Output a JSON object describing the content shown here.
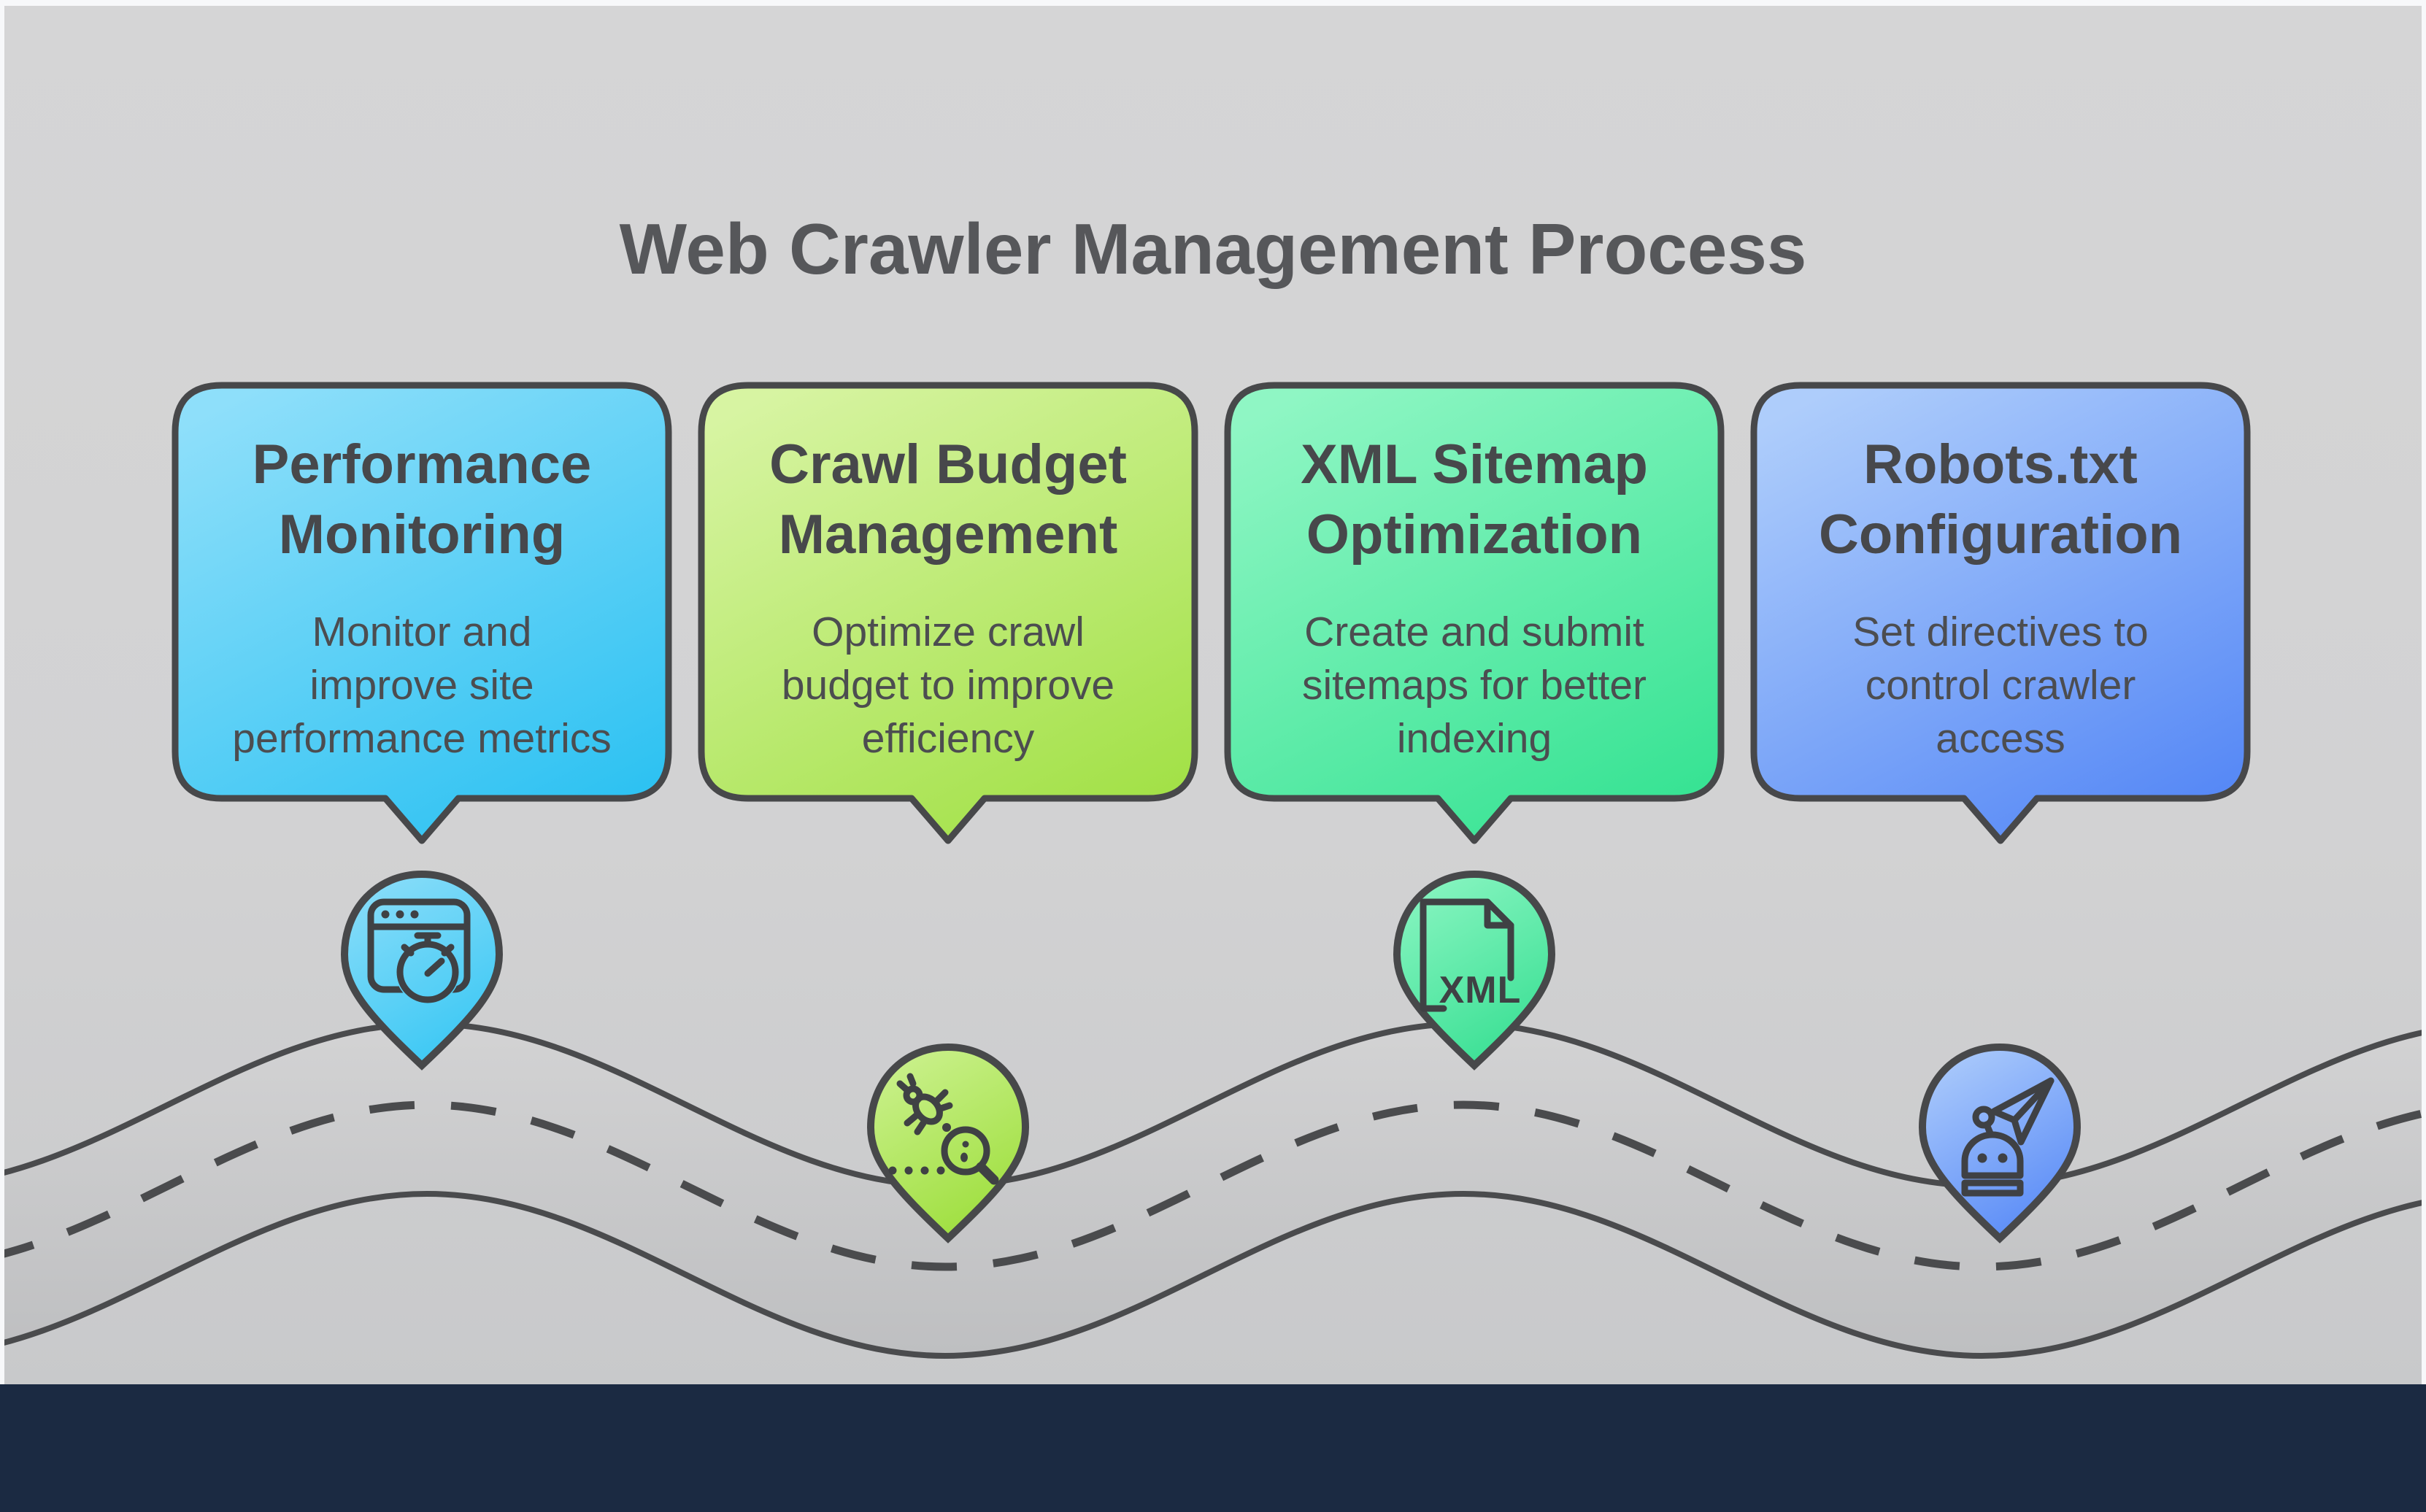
{
  "header": {
    "title": "Web Crawler Management Process"
  },
  "cards": [
    {
      "title_lines": [
        "Performance",
        "Monitoring"
      ],
      "body_lines": [
        "Monitor and",
        "improve site",
        "performance metrics"
      ],
      "icon": "browser-stopwatch-icon",
      "color_top": "#8edffa",
      "color_bottom": "#2ec2f2"
    },
    {
      "title_lines": [
        "Crawl Budget",
        "Management"
      ],
      "body_lines": [
        "Optimize crawl",
        "budget to improve",
        "efficiency"
      ],
      "icon": "bug-magnifier-icon",
      "color_top": "#d7f4a2",
      "color_bottom": "#a3e148"
    },
    {
      "title_lines": [
        "XML Sitemap",
        "Optimization"
      ],
      "body_lines": [
        "Create and submit",
        "sitemaps for better",
        "indexing"
      ],
      "icon": "xml-file-icon",
      "color_top": "#8ff6c4",
      "color_bottom": "#38e394"
    },
    {
      "title_lines": [
        "Robots.txt",
        "Configuration"
      ],
      "body_lines": [
        "Set directives to",
        "control crawler",
        "access"
      ],
      "icon": "robot-send-icon",
      "color_top": "#aecdfb",
      "color_bottom": "#5789f6"
    }
  ],
  "pins": [
    {
      "icon": "browser-stopwatch-icon",
      "label": ""
    },
    {
      "icon": "bug-magnifier-icon",
      "label": ""
    },
    {
      "icon": "xml-file-icon",
      "label": "XML"
    },
    {
      "icon": "robot-send-icon",
      "label": ""
    }
  ],
  "colors": {
    "background": "#d2d2d3",
    "frame": "#f7f8fa",
    "footer": "#1b2a42",
    "outline": "#47484a",
    "road_stroke": "#4a4b4d",
    "title_text": "#56575a",
    "card_text": "#47484b"
  }
}
